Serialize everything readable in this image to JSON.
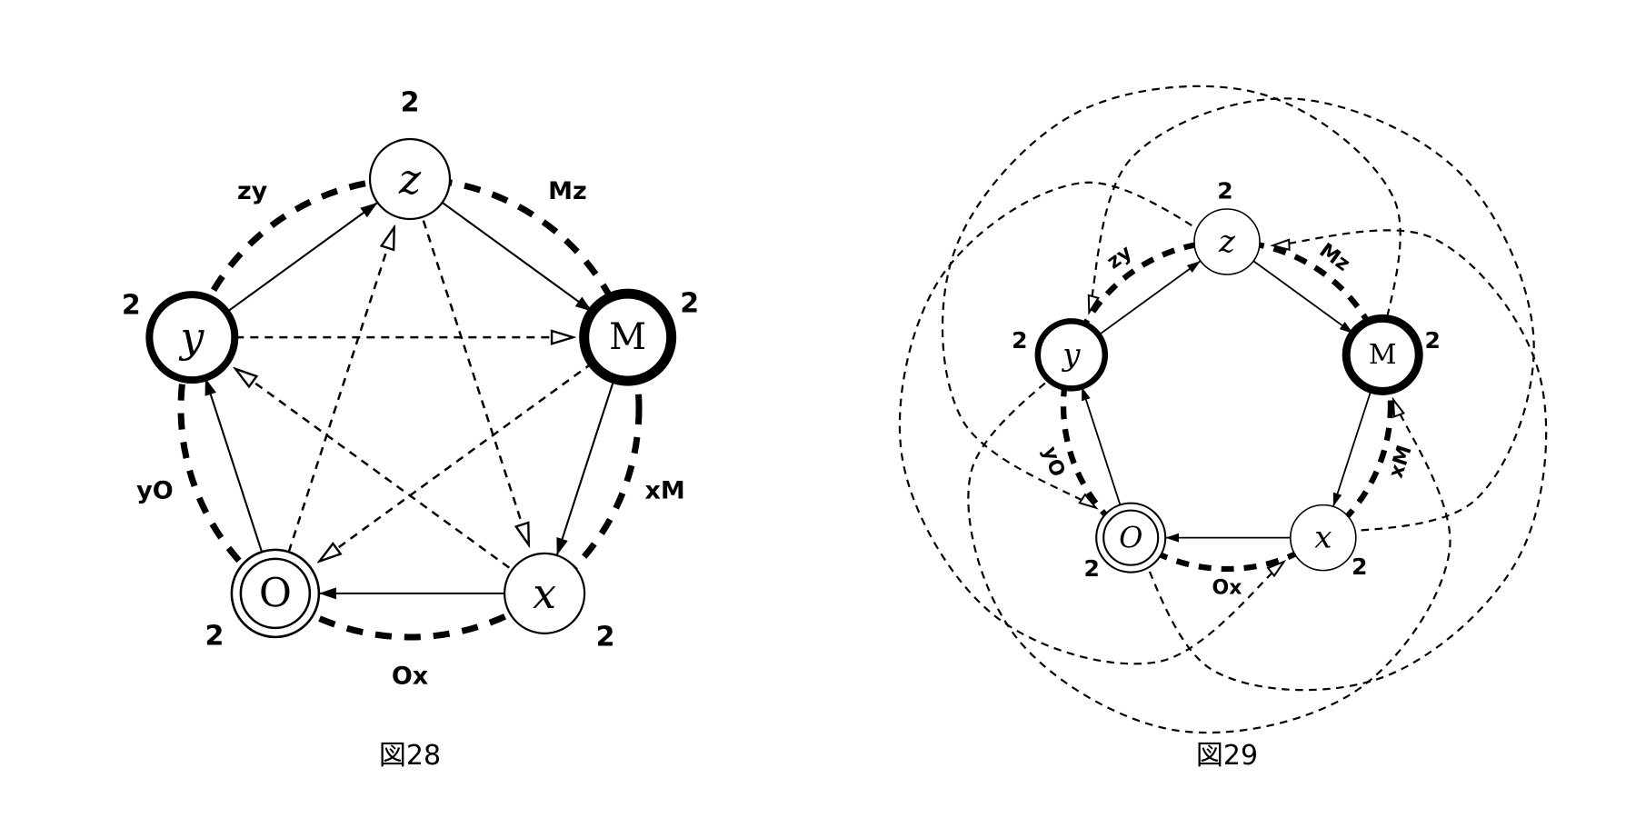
{
  "colors": {
    "ink": "#000000",
    "paper": "#ffffff"
  },
  "figures": [
    {
      "caption": "図28",
      "style": "chords",
      "nodes": [
        {
          "id": "z",
          "label": "z",
          "weight": "2",
          "ring": "thin",
          "font": "italic"
        },
        {
          "id": "M",
          "label": "M",
          "weight": "2",
          "ring": "heavy",
          "font": "upright"
        },
        {
          "id": "x",
          "label": "x",
          "weight": "2",
          "ring": "thin",
          "font": "italic"
        },
        {
          "id": "O",
          "label": "O",
          "weight": "2",
          "ring": "double",
          "font": "upright"
        },
        {
          "id": "y",
          "label": "y",
          "weight": "2",
          "ring": "medium",
          "font": "italic"
        }
      ],
      "arc_labels": [
        {
          "text": "zy",
          "between": [
            "y",
            "z"
          ]
        },
        {
          "text": "Mz",
          "between": [
            "z",
            "M"
          ]
        },
        {
          "text": "xM",
          "between": [
            "M",
            "x"
          ]
        },
        {
          "text": "Ox",
          "between": [
            "x",
            "O"
          ]
        },
        {
          "text": "yO",
          "between": [
            "O",
            "y"
          ]
        }
      ],
      "solid_edges": [
        [
          "y",
          "z"
        ],
        [
          "z",
          "M"
        ],
        [
          "M",
          "x"
        ],
        [
          "x",
          "O"
        ],
        [
          "O",
          "y"
        ]
      ],
      "dashed_edges": [
        [
          "y",
          "M"
        ],
        [
          "M",
          "O"
        ],
        [
          "O",
          "z"
        ],
        [
          "z",
          "x"
        ],
        [
          "x",
          "y"
        ]
      ]
    },
    {
      "caption": "図29",
      "style": "loops",
      "nodes": [
        {
          "id": "z",
          "label": "z",
          "weight": "2",
          "ring": "thin",
          "font": "italic"
        },
        {
          "id": "M",
          "label": "M",
          "weight": "2",
          "ring": "heavy",
          "font": "upright"
        },
        {
          "id": "x",
          "label": "x",
          "weight": "2",
          "ring": "thin",
          "font": "italic"
        },
        {
          "id": "O",
          "label": "O",
          "weight": "2",
          "ring": "double",
          "font": "italic"
        },
        {
          "id": "y",
          "label": "y",
          "weight": "2",
          "ring": "medium",
          "font": "italic"
        }
      ],
      "arc_labels": [
        {
          "text": "zy",
          "between": [
            "y",
            "z"
          ]
        },
        {
          "text": "Mz",
          "between": [
            "z",
            "M"
          ]
        },
        {
          "text": "xM",
          "between": [
            "M",
            "x"
          ]
        },
        {
          "text": "Ox",
          "between": [
            "x",
            "O"
          ]
        },
        {
          "text": "yO",
          "between": [
            "O",
            "y"
          ]
        }
      ],
      "solid_edges": [
        [
          "y",
          "z"
        ],
        [
          "z",
          "M"
        ],
        [
          "M",
          "x"
        ],
        [
          "x",
          "O"
        ],
        [
          "O",
          "y"
        ]
      ],
      "dashed_edges": [
        [
          "y",
          "M"
        ],
        [
          "M",
          "O"
        ],
        [
          "O",
          "z"
        ],
        [
          "z",
          "x"
        ],
        [
          "x",
          "y"
        ]
      ]
    }
  ]
}
